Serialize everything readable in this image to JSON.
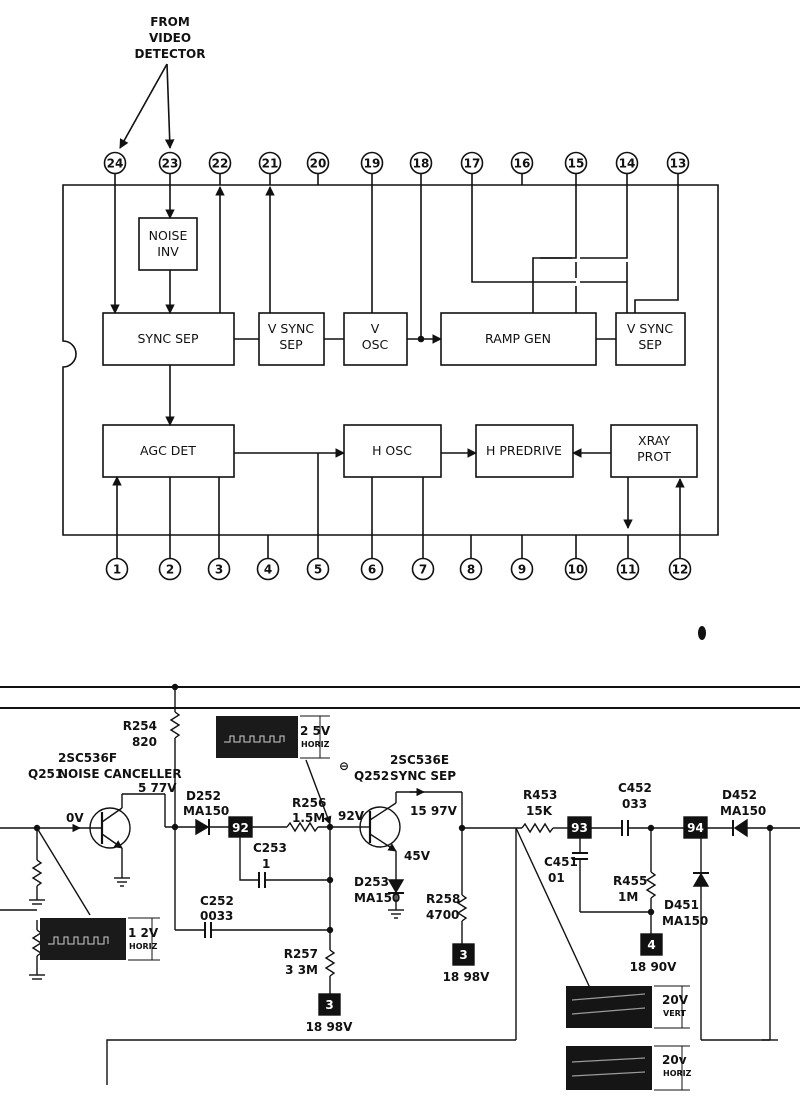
{
  "ic": {
    "source_label": [
      "FROM",
      "VIDEO",
      "DETECTOR"
    ],
    "blocks": {
      "noise_inv": [
        "NOISE",
        "INV"
      ],
      "sync_sep": [
        "SYNC SEP"
      ],
      "v_sync_sep_1": [
        "V SYNC",
        "SEP"
      ],
      "v_osc": [
        "V",
        "OSC"
      ],
      "ramp_gen": [
        "RAMP GEN"
      ],
      "v_sync_sep_2": [
        "V SYNC",
        "SEP"
      ],
      "agc_det": [
        "AGC DET"
      ],
      "h_osc": [
        "H OSC"
      ],
      "h_predrive": [
        "H PREDRIVE"
      ],
      "xray_prot": [
        "XRAY",
        "PROT"
      ]
    },
    "top_pins": [
      "24",
      "23",
      "22",
      "21",
      "20",
      "19",
      "18",
      "17",
      "16",
      "15",
      "14",
      "13"
    ],
    "bottom_pins": [
      "1",
      "2",
      "3",
      "4",
      "5",
      "6",
      "7",
      "8",
      "9",
      "10",
      "11",
      "12"
    ]
  },
  "schematic": {
    "q251": {
      "ref": "Q251",
      "part": "2SC536F",
      "function": "NOISE CANCELLER"
    },
    "q252": {
      "ref": "Q252",
      "part": "2SC536E",
      "function": "SYNC SEP"
    },
    "r254": [
      "R254",
      "820"
    ],
    "d252": [
      "D252",
      "MA150"
    ],
    "r256": [
      "R256",
      "1.5M"
    ],
    "c253": [
      "C253",
      "1"
    ],
    "c252": [
      "C252",
      "0033"
    ],
    "r257": [
      "R257",
      "3 3M"
    ],
    "d253": [
      "D253",
      "MA150"
    ],
    "r258": [
      "R258",
      "4700"
    ],
    "r453": [
      "R453",
      "15K"
    ],
    "c452": [
      "C452",
      "033"
    ],
    "c451": [
      "C451",
      "01"
    ],
    "r455": [
      "R455",
      "1M"
    ],
    "d452": [
      "D452",
      "MA150"
    ],
    "d451": [
      "D451",
      "MA150"
    ],
    "voltages": {
      "q251_base": "0V",
      "q251_emitter": "5 77V",
      "q252_base": "92V",
      "q252_collector": "15 97V",
      "q252_emitter": "45V",
      "tp3a": "18 98V",
      "tp3b": "18 98V",
      "tp4": "18 90V"
    },
    "test_points": {
      "tp92": "92",
      "tp93": "93",
      "tp94": "94",
      "tp3a": "3",
      "tp3b": "3",
      "tp4": "4"
    },
    "scope_q252": {
      "value": "2 5V",
      "mode": "HORIZ"
    },
    "scope_q251": {
      "value": "1 2V",
      "mode": "HORIZ"
    },
    "scope_vert": {
      "value": "20V",
      "mode": "VERT"
    },
    "scope_horiz": {
      "value": "20v",
      "mode": "HORIZ"
    },
    "polarity_mark": "⊖"
  }
}
